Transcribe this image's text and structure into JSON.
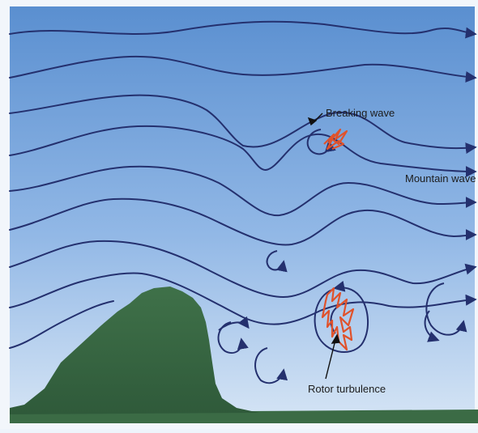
{
  "labels": {
    "breaking_wave": "Breaking wave",
    "mountain_wave": "Mountain wave",
    "rotor_turbulence": "Rotor turbulence"
  },
  "colors": {
    "sky_top": "#5a8fd0",
    "sky_bottom": "#cfe0f4",
    "frame": "#f2f6fb",
    "streamline": "#24306e",
    "mountain": "#3b6b45",
    "turbulence": "#e0522b",
    "label_text": "#1c1c1c"
  },
  "icons": {
    "arrowhead": "streamline-arrowhead",
    "turbulence": "turbulence-scribble"
  }
}
